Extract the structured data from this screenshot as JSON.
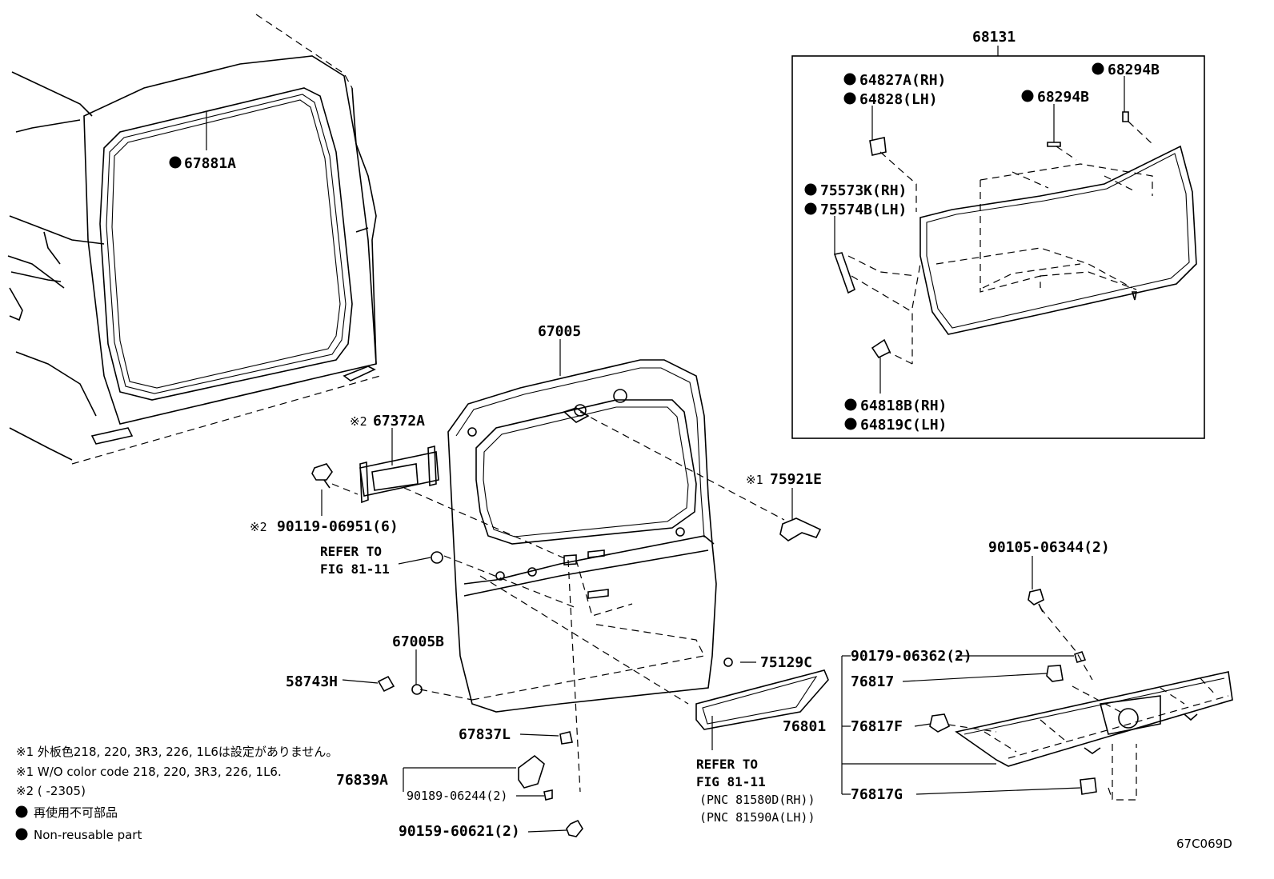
{
  "labels": {
    "p68131": "68131",
    "p64827a": "64827A(RH)",
    "p64828": "64828(LH)",
    "p68294b_a": "68294B",
    "p68294b_b": "68294B",
    "p75573k": "75573K(RH)",
    "p75574b": "75574B(LH)",
    "p64818b": "64818B(RH)",
    "p64819c": "64819C(LH)",
    "p67881a": "67881A",
    "p67005": "67005",
    "p67372a": "67372A",
    "p75921e": "75921E",
    "p90119": "90119-06951(6)",
    "p67005b": "67005B",
    "p58743h": "58743H",
    "p75129c": "75129C",
    "p90105": "90105-06344(2)",
    "p90179": "90179-06362(2)",
    "p76817": "76817",
    "p76801": "76801",
    "p76817f": "76817F",
    "p76817g": "76817G",
    "p67837l": "67837L",
    "p76839a": "76839A",
    "p90189": "90189-06244(2)",
    "p90159": "90159-60621(2)"
  },
  "marks": {
    "note1": "※1",
    "note2": "※2"
  },
  "refer_left": {
    "line1": "REFER TO",
    "line2": "FIG 81-11"
  },
  "refer_bottom": {
    "line1": "REFER TO",
    "line2": "FIG 81-11",
    "pnc1": "(PNC 81580D(RH))",
    "pnc2": "(PNC 81590A(LH))"
  },
  "notes": {
    "n1_jp": "※1 外板色218, 220, 3R3, 226, 1L6は設定がありません。",
    "n1_en": "※1 W/O color code 218, 220, 3R3, 226, 1L6.",
    "n2": "※2 (      -2305)",
    "legend_jp": "再使用不可部品",
    "legend_en": "Non-reusable part"
  },
  "figure_code": "67C069D"
}
